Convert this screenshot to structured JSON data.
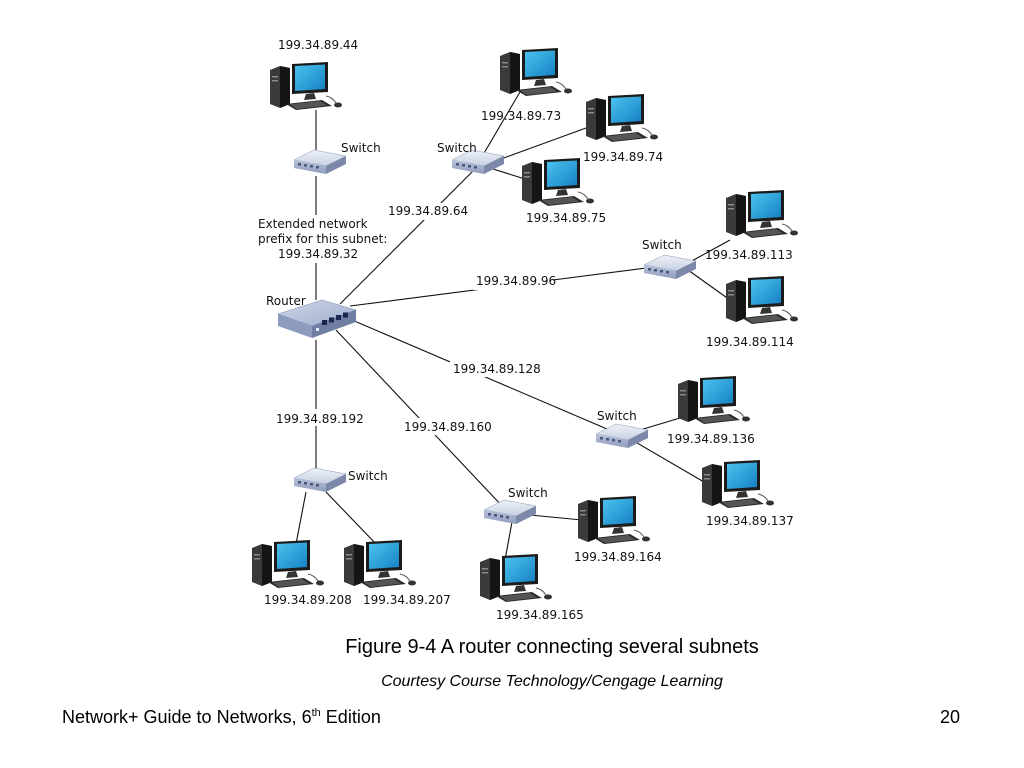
{
  "diagram": {
    "router_label": "Router",
    "switch_label": "Switch",
    "extended_prefix": [
      "Extended network",
      "prefix for this subnet:",
      "199.34.89.32"
    ],
    "link_labels": {
      "link_64": "199.34.89.64",
      "link_96": "199.34.89.96",
      "link_128": "199.34.89.128",
      "link_160": "199.34.89.160",
      "link_192": "199.34.89.192"
    },
    "hosts": {
      "h44": "199.34.89.44",
      "h73": "199.34.89.73",
      "h74": "199.34.89.74",
      "h75": "199.34.89.75",
      "h113": "199.34.89.113",
      "h114": "199.34.89.114",
      "h136": "199.34.89.136",
      "h137": "199.34.89.137",
      "h164": "199.34.89.164",
      "h165": "199.34.89.165",
      "h208": "199.34.89.208",
      "h207": "199.34.89.207"
    }
  },
  "caption": {
    "figure": "Figure 9-4 A router connecting several subnets",
    "courtesy": "Courtesy Course Technology/Cengage Learning"
  },
  "footer": {
    "title_prefix": "Network+ Guide to Networks, 6",
    "title_sup": "th",
    "title_suffix": " Edition",
    "page_number": "20"
  }
}
